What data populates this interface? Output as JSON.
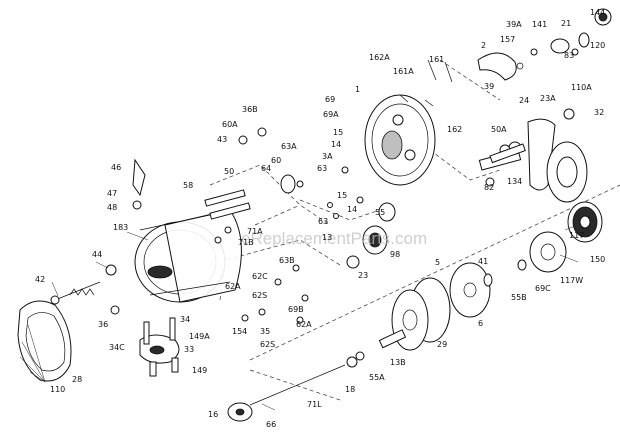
{
  "watermark": "eReplacementParts.com",
  "labels": [
    "144",
    "21",
    "39A",
    "141",
    "157",
    "2",
    "120",
    "83",
    "161",
    "162A",
    "161A",
    "39",
    "162",
    "110A",
    "23A",
    "24",
    "32",
    "69",
    "69A",
    "36B",
    "60A",
    "43",
    "63A",
    "60",
    "64",
    "1",
    "15",
    "14",
    "3A",
    "63",
    "50A",
    "134",
    "82",
    "46",
    "50",
    "58",
    "47",
    "48",
    "15",
    "14",
    "55",
    "63",
    "13",
    "23",
    "98",
    "183",
    "71A",
    "71B",
    "150",
    "117",
    "44",
    "63B",
    "62C",
    "41",
    "69C",
    "117W",
    "42",
    "62A",
    "62S",
    "69B",
    "55B",
    "5",
    "6",
    "36",
    "34",
    "149A",
    "154",
    "35",
    "62A",
    "62S",
    "29",
    "34C",
    "33",
    "13B",
    "149",
    "55A",
    "18",
    "28",
    "110",
    "71L",
    "16",
    "66"
  ]
}
